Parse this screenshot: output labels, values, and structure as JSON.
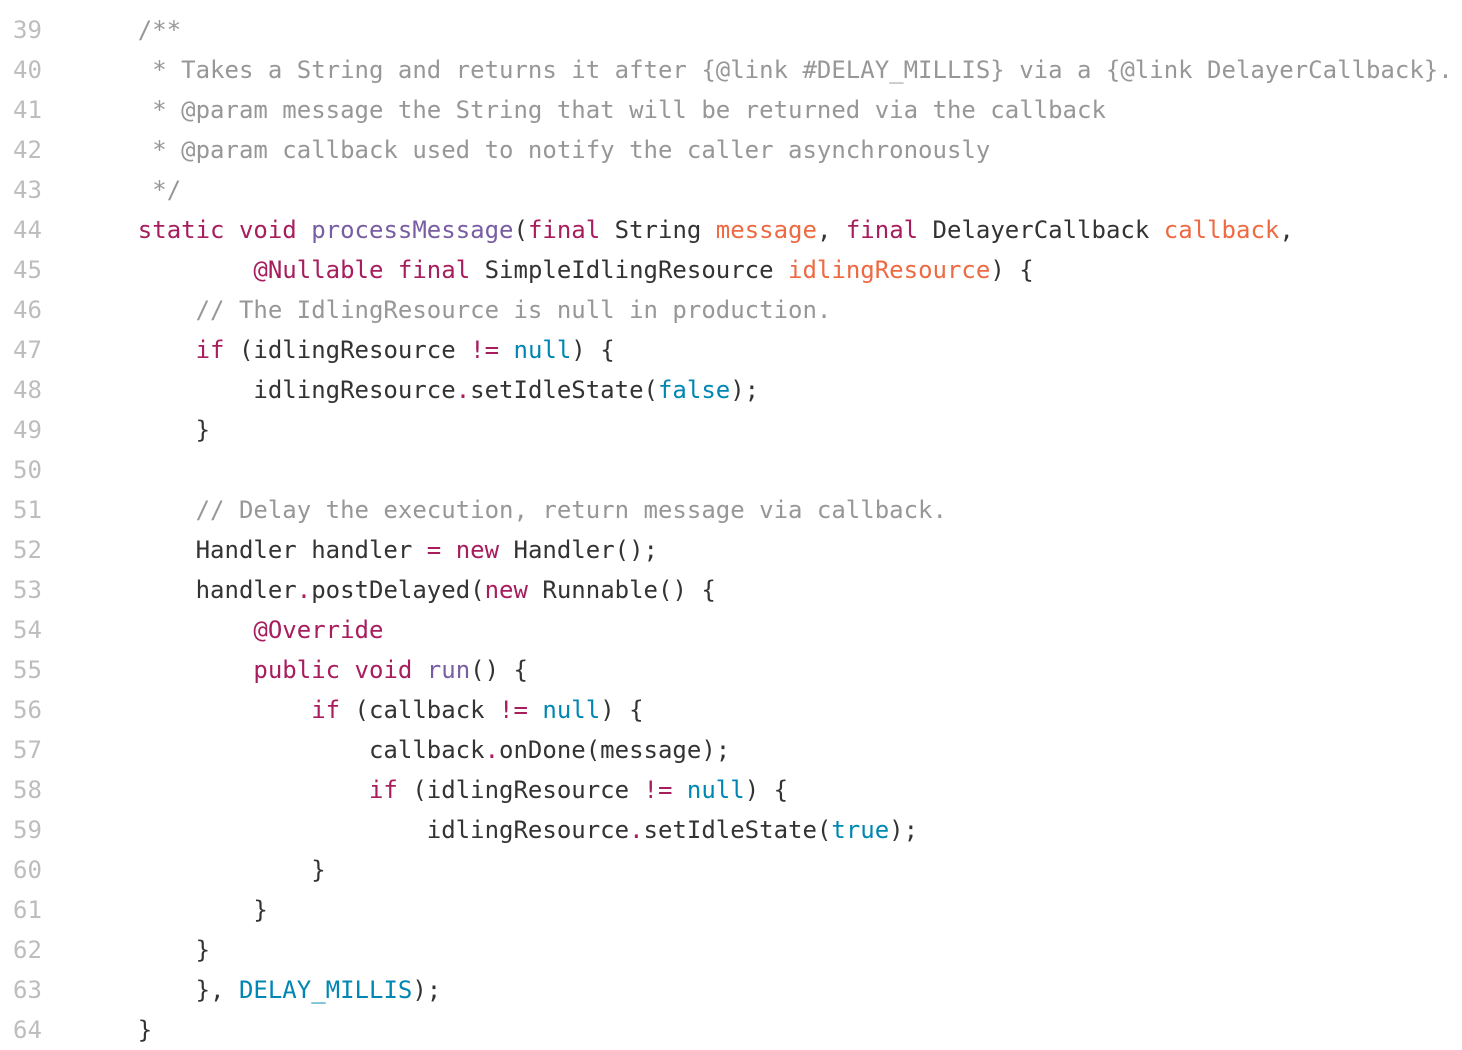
{
  "editor": {
    "background": "#ffffff",
    "gutter_color": "#bdbdbd",
    "colors": {
      "plain": "#333333",
      "keyword": "#a71d5d",
      "function": "#795da3",
      "parameter": "#ed6a43",
      "constant": "#0086b3",
      "comment": "#969896"
    },
    "language": "java",
    "first_line_number": 39,
    "last_line_number": 64,
    "lines": [
      {
        "n": "39",
        "t": [
          [
            "    /**",
            "c"
          ]
        ]
      },
      {
        "n": "40",
        "t": [
          [
            "     * Takes a String and returns it after {@link #DELAY_MILLIS} via a {@link DelayerCallback}.",
            "c"
          ]
        ]
      },
      {
        "n": "41",
        "t": [
          [
            "     * @param message the String that will be returned via the callback",
            "c"
          ]
        ]
      },
      {
        "n": "42",
        "t": [
          [
            "     * @param callback used to notify the caller asynchronously",
            "c"
          ]
        ]
      },
      {
        "n": "43",
        "t": [
          [
            "     */",
            "c"
          ]
        ]
      },
      {
        "n": "44",
        "t": [
          [
            "    ",
            ""
          ],
          [
            "static",
            "k"
          ],
          [
            " ",
            ""
          ],
          [
            "void",
            "k"
          ],
          [
            " ",
            ""
          ],
          [
            "processMessage",
            "f"
          ],
          [
            "(",
            ""
          ],
          [
            "final",
            "k"
          ],
          [
            " String ",
            ""
          ],
          [
            "message",
            "p"
          ],
          [
            ", ",
            ""
          ],
          [
            "final",
            "k"
          ],
          [
            " DelayerCallback ",
            ""
          ],
          [
            "callback",
            "p"
          ],
          [
            ",",
            ""
          ]
        ]
      },
      {
        "n": "45",
        "t": [
          [
            "            ",
            ""
          ],
          [
            "@Nullable",
            "k"
          ],
          [
            " ",
            ""
          ],
          [
            "final",
            "k"
          ],
          [
            " SimpleIdlingResource ",
            ""
          ],
          [
            "idlingResource",
            "p"
          ],
          [
            ") {",
            ""
          ]
        ]
      },
      {
        "n": "46",
        "t": [
          [
            "        // The IdlingResource is null in production.",
            "c"
          ]
        ]
      },
      {
        "n": "47",
        "t": [
          [
            "        ",
            ""
          ],
          [
            "if",
            "k"
          ],
          [
            " (idlingResource ",
            ""
          ],
          [
            "!=",
            "k"
          ],
          [
            " ",
            ""
          ],
          [
            "null",
            "b"
          ],
          [
            ") {",
            ""
          ]
        ]
      },
      {
        "n": "48",
        "t": [
          [
            "            idlingResource",
            ""
          ],
          [
            ".",
            "k"
          ],
          [
            "setIdleState(",
            ""
          ],
          [
            "false",
            "b"
          ],
          [
            ");",
            ""
          ]
        ]
      },
      {
        "n": "49",
        "t": [
          [
            "        }",
            ""
          ]
        ]
      },
      {
        "n": "50",
        "t": []
      },
      {
        "n": "51",
        "t": [
          [
            "        // Delay the execution, return message via callback.",
            "c"
          ]
        ]
      },
      {
        "n": "52",
        "t": [
          [
            "        Handler handler ",
            ""
          ],
          [
            "=",
            "k"
          ],
          [
            " ",
            ""
          ],
          [
            "new",
            "k"
          ],
          [
            " Handler();",
            ""
          ]
        ]
      },
      {
        "n": "53",
        "t": [
          [
            "        handler",
            ""
          ],
          [
            ".",
            "k"
          ],
          [
            "postDelayed(",
            ""
          ],
          [
            "new",
            "k"
          ],
          [
            " Runnable() {",
            ""
          ]
        ]
      },
      {
        "n": "54",
        "t": [
          [
            "            ",
            ""
          ],
          [
            "@Override",
            "k"
          ]
        ]
      },
      {
        "n": "55",
        "t": [
          [
            "            ",
            ""
          ],
          [
            "public",
            "k"
          ],
          [
            " ",
            ""
          ],
          [
            "void",
            "k"
          ],
          [
            " ",
            ""
          ],
          [
            "run",
            "f"
          ],
          [
            "() {",
            ""
          ]
        ]
      },
      {
        "n": "56",
        "t": [
          [
            "                ",
            ""
          ],
          [
            "if",
            "k"
          ],
          [
            " (callback ",
            ""
          ],
          [
            "!=",
            "k"
          ],
          [
            " ",
            ""
          ],
          [
            "null",
            "b"
          ],
          [
            ") {",
            ""
          ]
        ]
      },
      {
        "n": "57",
        "t": [
          [
            "                    callback",
            ""
          ],
          [
            ".",
            "k"
          ],
          [
            "onDone(message);",
            ""
          ]
        ]
      },
      {
        "n": "58",
        "t": [
          [
            "                    ",
            ""
          ],
          [
            "if",
            "k"
          ],
          [
            " (idlingResource ",
            ""
          ],
          [
            "!=",
            "k"
          ],
          [
            " ",
            ""
          ],
          [
            "null",
            "b"
          ],
          [
            ") {",
            ""
          ]
        ]
      },
      {
        "n": "59",
        "t": [
          [
            "                        idlingResource",
            ""
          ],
          [
            ".",
            "k"
          ],
          [
            "setIdleState(",
            ""
          ],
          [
            "true",
            "b"
          ],
          [
            ");",
            ""
          ]
        ]
      },
      {
        "n": "60",
        "t": [
          [
            "                }",
            ""
          ]
        ]
      },
      {
        "n": "61",
        "t": [
          [
            "            }",
            ""
          ]
        ]
      },
      {
        "n": "62",
        "t": [
          [
            "        }",
            ""
          ]
        ]
      },
      {
        "n": "63",
        "t": [
          [
            "        },",
            ""
          ],
          [
            " ",
            ""
          ],
          [
            "DELAY_MILLIS",
            "b"
          ],
          [
            ");",
            ""
          ]
        ]
      },
      {
        "n": "64",
        "t": [
          [
            "    }",
            ""
          ]
        ]
      }
    ]
  }
}
